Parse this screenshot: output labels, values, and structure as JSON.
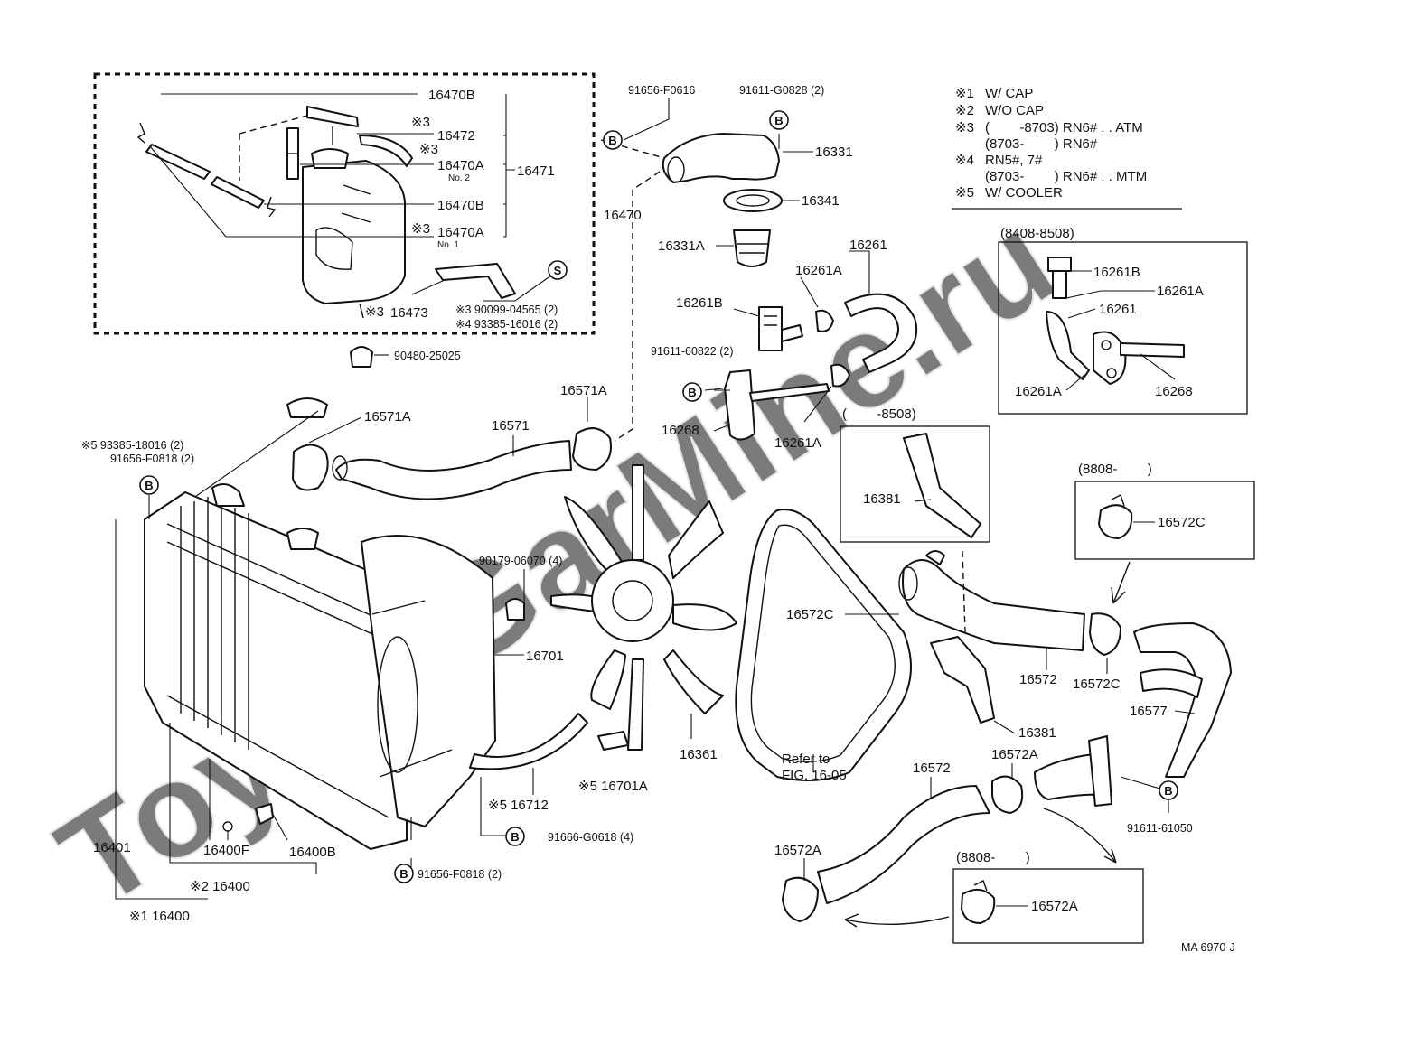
{
  "watermark": "ToyotaGarMine.ru",
  "diagram_code": "MA 6970-J",
  "notes": [
    {
      "mark": "※1",
      "text": "W/ CAP"
    },
    {
      "mark": "※2",
      "text": "W/O CAP"
    },
    {
      "mark": "※3",
      "text": "(        -8703) RN6# . . ATM"
    },
    {
      "mark": "",
      "text": "(8703-        ) RN6#"
    },
    {
      "mark": "※4",
      "text": "RN5#, 7#"
    },
    {
      "mark": "",
      "text": "(8703-        ) RN6# . . MTM"
    },
    {
      "mark": "※5",
      "text": "W/ COOLER"
    }
  ],
  "insets": {
    "a_range": "(8408-8508)",
    "b_range": "(        -8508)",
    "c_range": "(8808-        )",
    "d_range": "(8808-        )"
  },
  "reference": {
    "line1": "Refer to",
    "line2": "FIG. 16-05"
  },
  "circle_symbols": {
    "b": "B",
    "s": "S"
  },
  "labels": {
    "p16470B_top": "16470B",
    "p16472": "16472",
    "p16470A_no2": "16470A",
    "no2": "No. 2",
    "p16471": "16471",
    "p16470B_mid": "16470B",
    "p16470A_no1": "16470A",
    "no1": "No. 1",
    "p16473": "16473",
    "m3_a": "※3",
    "m3_b": "※3",
    "m3_c": "※3",
    "m3_16473": "※3",
    "p90099": "※3  90099-04565 (2)",
    "p93385_16016": "※4  93385-16016 (2)",
    "p90480": "90480-25025",
    "p16470": "16470",
    "p91656_F0616": "91656-F0616",
    "p91611_G0828": "91611-G0828 (2)",
    "p16331": "16331",
    "p16341": "16341",
    "p16331A": "16331A",
    "p16261": "16261",
    "p16261A_1": "16261A",
    "p16261B": "16261B",
    "p91611_60822": "91611-60822 (2)",
    "p16268": "16268",
    "p16261A_2": "16261A",
    "ins_16261B": "16261B",
    "ins_16261A_1": "16261A",
    "ins_16261": "16261",
    "ins_16261A_2": "16261A",
    "ins_16268": "16268",
    "p16571A_1": "16571A",
    "p16571A_2": "16571A",
    "p16571": "16571",
    "p93385_18016": "※5  93385-18016 (2)",
    "p91656_F0818_a": "91656-F0818 (2)",
    "p90179": "90179-06070 (4)",
    "p16701": "16701",
    "p16381_a": "16381",
    "p16572C_box": "16572C",
    "p16572C_belt": "16572C",
    "p16572": "16572",
    "p16572C_2": "16572C",
    "p16577": "16577",
    "p16381_b": "16381",
    "p16361": "16361",
    "p16701A": "※5 16701A",
    "p16712": "※5 16712",
    "p91666": "91666-G0618 (4)",
    "p91656_F0818_b": "91656-F0818 (2)",
    "p16572_low": "16572",
    "p16572A_1": "16572A",
    "p16572A_2": "16572A",
    "p16572A_box": "16572A",
    "p91611_61050": "91611-61050",
    "p16401": "16401",
    "p16400F": "16400F",
    "p16400B": "16400B",
    "p16400_2": "※2  16400",
    "p16400_1": "※1  16400"
  }
}
